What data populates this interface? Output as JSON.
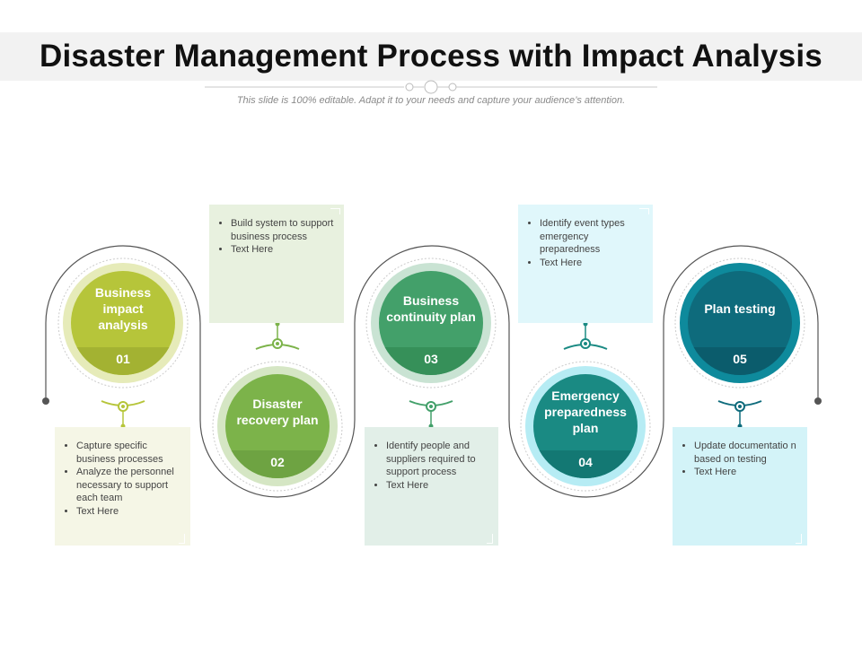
{
  "title": "Disaster Management Process with Impact Analysis",
  "subtitle": "This slide is 100% editable. Adapt it to your needs and capture your audience’s attention.",
  "steps": [
    {
      "label": "Business impact analysis",
      "number": "01",
      "color": "#b6c53a",
      "dark": "#a3b232",
      "ring": "#e6ebb9",
      "bullets": [
        "Capture specific business processes",
        "Analyze the personnel necessary to support each team",
        "Text Here"
      ],
      "box_color": "#f5f6e6"
    },
    {
      "label": "Disaster recovery plan",
      "number": "02",
      "color": "#7cb34a",
      "dark": "#6ea342",
      "ring": "#d5e6c4",
      "bullets": [
        "Build system to support business process",
        "Text Here"
      ],
      "box_color": "#e8f1df"
    },
    {
      "label": "Business continuity plan",
      "number": "03",
      "color": "#43a06a",
      "dark": "#369059",
      "ring": "#c9e3d3",
      "bullets": [
        "Identify people and suppliers required to support process",
        "Text Here"
      ],
      "box_color": "#e2efe8"
    },
    {
      "label": "Emergency preparedness plan",
      "number": "04",
      "color": "#1a8a83",
      "dark": "#137873",
      "ring": "#b6ecf4",
      "bullets": [
        "Identify event types emergency preparedness",
        "Text Here"
      ],
      "box_color": "#e0f7fb"
    },
    {
      "label": "Plan testing",
      "number": "05",
      "color": "#0e6b7c",
      "dark": "#0b5c6c",
      "ring": "#0e8a9c",
      "bullets": [
        "Update documentatio n based on testing",
        "Text Here"
      ],
      "box_color": "#d3f3f8"
    }
  ]
}
